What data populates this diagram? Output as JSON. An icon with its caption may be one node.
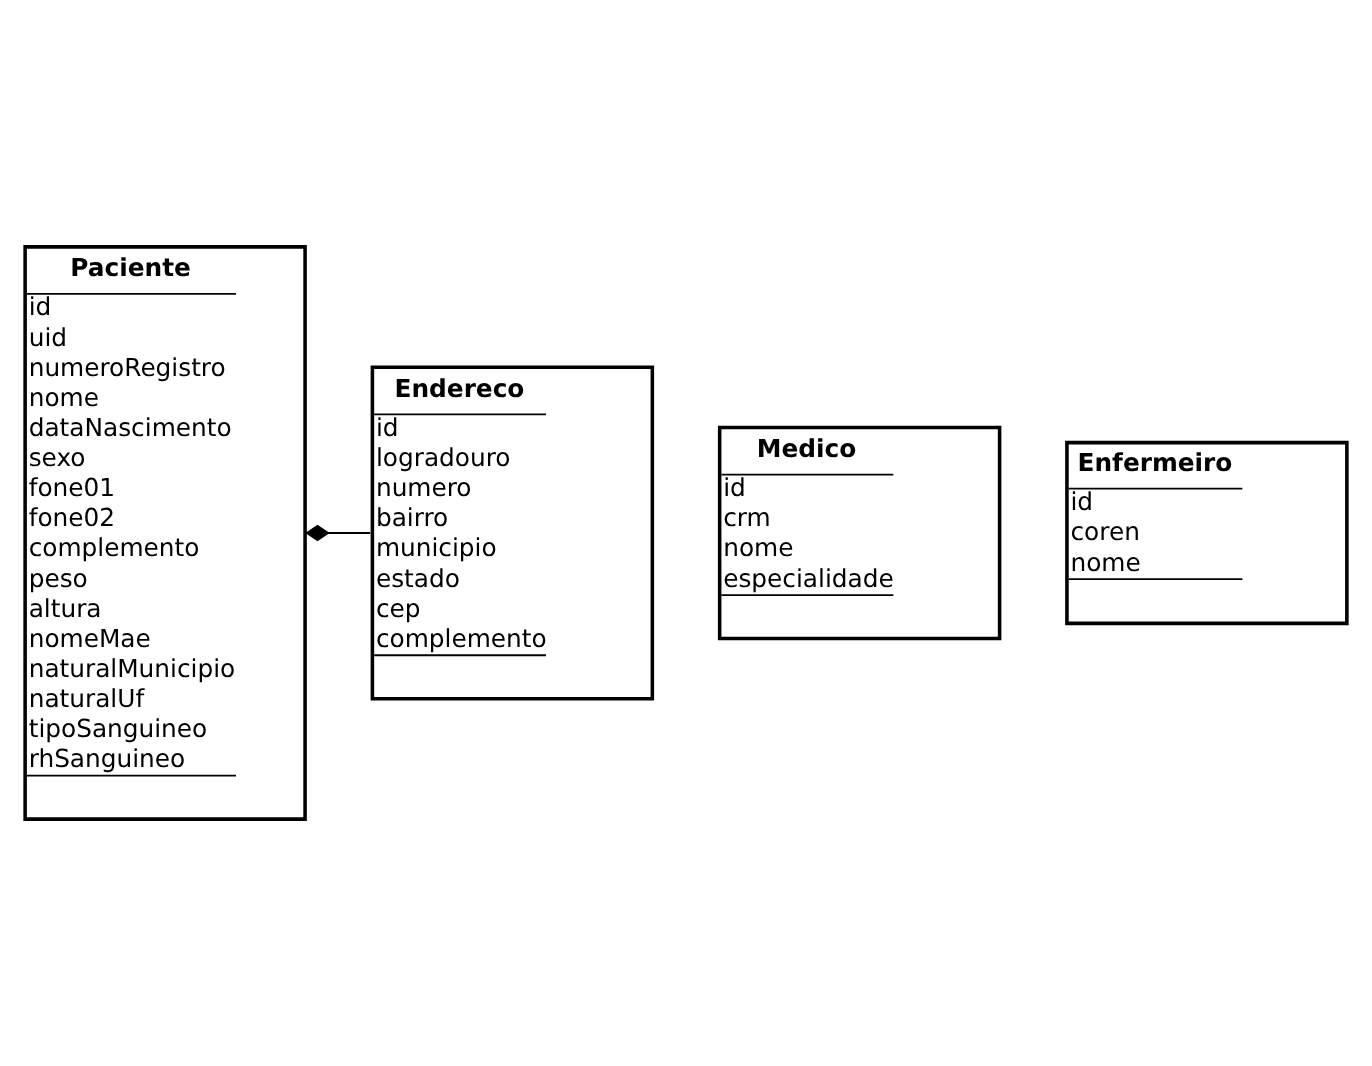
{
  "diagram": {
    "nodes": [
      {
        "text": [
          "Paciente",
          "id",
          "uid",
          "numeroRegistro",
          "nome",
          "dataNascimento",
          "sexo",
          "fone01",
          "fone02",
          "complemento",
          "peso",
          "altura",
          "nomeMae",
          "naturalMunicipio",
          "naturalUf",
          "tipoSanguineo",
          "rhSanguineo"
        ]
      },
      {
        "text": [
          "Medico",
          "id",
          "crm",
          "nome",
          "especialidade"
        ]
      },
      {
        "text": [
          "Endereco",
          "id",
          "logradouro",
          "numero",
          "bairro",
          "municipio",
          "estado",
          "cep",
          "complemento"
        ]
      },
      {
        "text": [
          "Enfermeiro",
          "id",
          "coren",
          "nome"
        ]
      }
    ],
    "edges": [
      {
        "from": 0,
        "to": 2,
        "arrow": "other"
      }
    ]
  }
}
